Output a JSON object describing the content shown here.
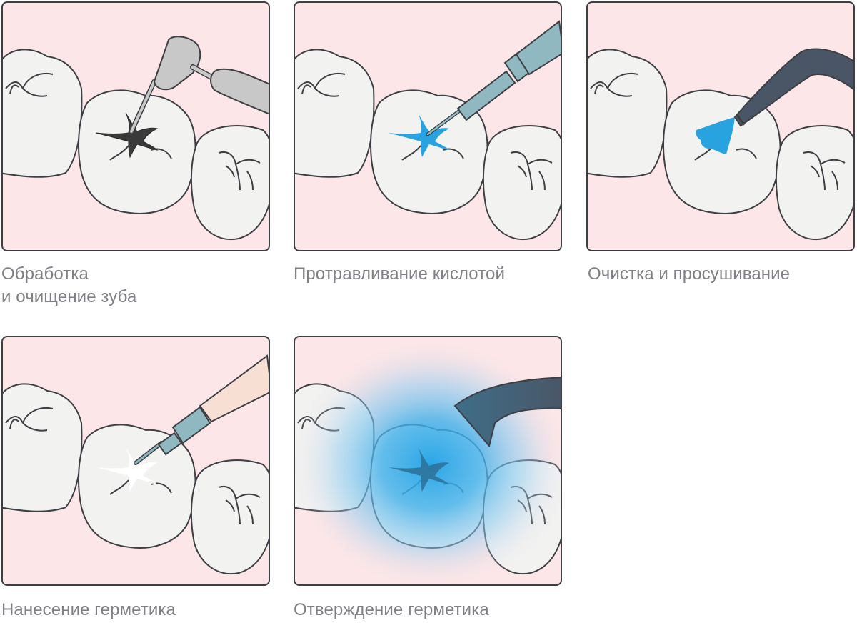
{
  "steps": [
    {
      "caption": "Обработка\nи очищение зуба"
    },
    {
      "caption": "Протравливание кислотой"
    },
    {
      "caption": "Очистка и просушивание"
    },
    {
      "caption": "Нанесение герметика"
    },
    {
      "caption": "Отверждение герметика"
    }
  ],
  "colors": {
    "panel_background": "#fde6e7",
    "outline": "#3d3f44",
    "tooth_fill": "#f2f2f1",
    "acid_blue": "#29a3e0",
    "drill_grey": "#c8c8c8",
    "syringe_teal": "#8fb8c0",
    "cap_peach": "#f7dfd4",
    "lamp_slate": "#4a6173"
  },
  "icons": [
    "drill-icon",
    "acid-syringe-icon",
    "air-tip-icon",
    "sealant-syringe-icon",
    "curing-lamp-icon"
  ]
}
